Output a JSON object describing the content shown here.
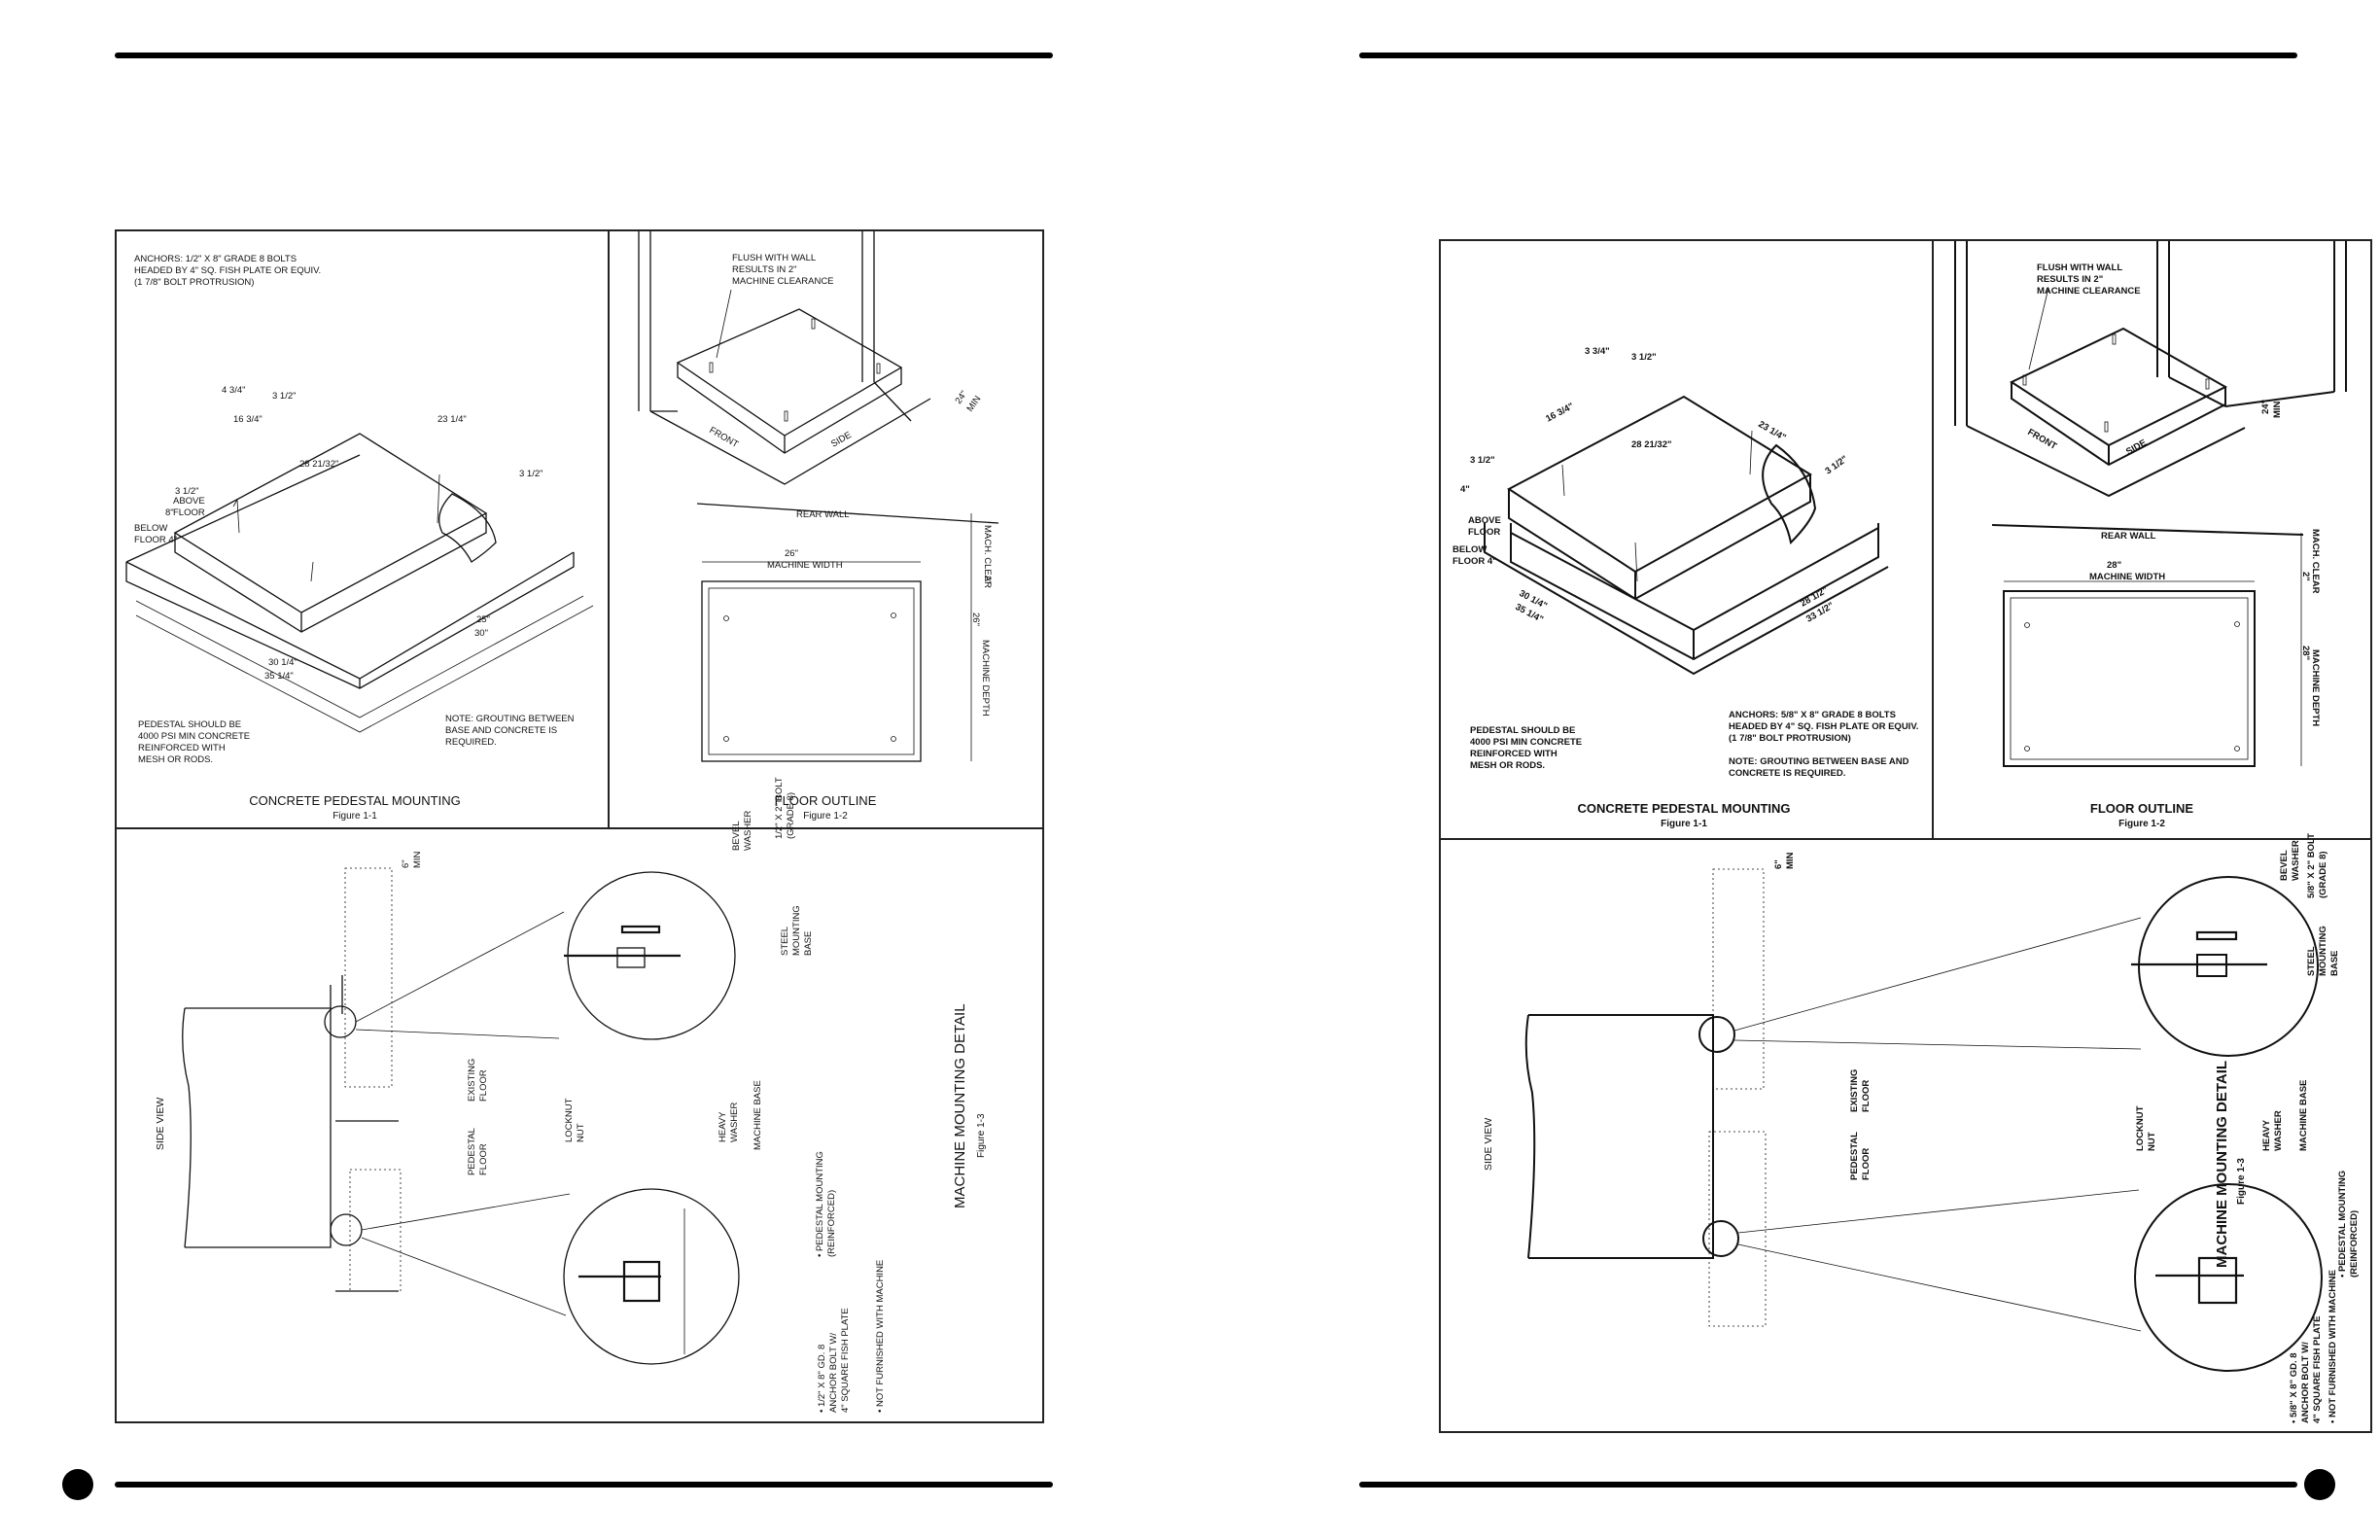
{
  "pages": [
    {
      "id": "left",
      "anchors_note": [
        "ANCHORS: 1/2\" X 8\" GRADE 8 BOLTS",
        "HEADED BY 4\" SQ. FISH PLATE OR EQUIV.",
        "(1 7/8\" BOLT PROTRUSION)"
      ],
      "fig1": {
        "dims": {
          "d1": "4 3/4\"",
          "d2": "3 1/2\"",
          "d3": "16 3/4\"",
          "d4": "23 1/4\"",
          "d5": "28 21/32\"",
          "d6": "3 1/2\"",
          "d7": "3 1/2\"",
          "d8": "8\"",
          "d9": "30 1/4\"",
          "d10": "35 1/4\"",
          "d11": "25\"",
          "d12": "30\""
        },
        "above_floor": [
          "ABOVE",
          "FLOOR"
        ],
        "below_floor": [
          "BELOW",
          "FLOOR 4\""
        ],
        "pedestal_note": [
          "PEDESTAL SHOULD BE",
          "4000 PSI MIN CONCRETE",
          "REINFORCED WITH",
          "MESH OR RODS."
        ],
        "grout_note": [
          "NOTE: GROUTING BETWEEN",
          "BASE AND CONCRETE IS",
          "REQUIRED."
        ],
        "caption": "CONCRETE PEDESTAL MOUNTING",
        "figure": "Figure 1-1"
      },
      "fig2": {
        "flush_note": [
          "FLUSH WITH WALL",
          "RESULTS IN 2\"",
          "MACHINE CLEARANCE"
        ],
        "front": "FRONT",
        "side": "SIDE",
        "min24": [
          "24\"",
          "MIN"
        ],
        "rear_wall": "REAR WALL",
        "machine_width": [
          "26\"",
          "MACHINE WIDTH"
        ],
        "mach_clear": "MACH. CLEAR",
        "clear_val": "2\"",
        "machine_depth": "MACHINE DEPTH",
        "depth_val": "26\"",
        "caption": "FLOOR OUTLINE",
        "figure": "Figure 1-2"
      },
      "fig3": {
        "min6": [
          "6\"",
          "MIN"
        ],
        "bevel_washer": [
          "BEVEL",
          "WASHER"
        ],
        "bolt": [
          "1/2\" X 2\" BOLT",
          "(GRADE 8)"
        ],
        "steel_base": [
          "STEEL",
          "MOUNTING",
          "BASE"
        ],
        "existing_floor": [
          "EXISTING",
          "FLOOR"
        ],
        "pedestal_floor": [
          "PEDESTAL",
          "FLOOR"
        ],
        "side_view": "SIDE VIEW",
        "locknut": [
          "LOCKNUT",
          "NUT"
        ],
        "heavy_washer": [
          "HEAVY",
          "WASHER"
        ],
        "machine_base": "MACHINE BASE",
        "pedestal_mounting": [
          "• PEDESTAL MOUNTING",
          "(REINFORCED)"
        ],
        "anchor_bolt": [
          "• 1/2\" X 8\" GD. 8",
          "ANCHOR BOLT W/",
          "4\" SQUARE FISH PLATE"
        ],
        "not_furnished": "• NOT FURNISHED WITH MACHINE",
        "caption": "MACHINE MOUNTING DETAIL",
        "figure": "Figure 1-3"
      }
    },
    {
      "id": "right",
      "fig1": {
        "dims": {
          "d1": "3 3/4\"",
          "d2": "3 1/2\"",
          "d3": "16 3/4\"",
          "d4": "23 1/4\"",
          "d5": "28 21/32\"",
          "d6": "3 1/2\"",
          "d7": "3 1/2\"",
          "d8": "4\"",
          "d9": "30 1/4\"",
          "d10": "35 1/4\"",
          "d11": "28 1/2\"",
          "d12": "33 1/2\""
        },
        "above_floor": [
          "ABOVE",
          "FLOOR"
        ],
        "below_floor": [
          "BELOW",
          "FLOOR 4\""
        ],
        "pedestal_note": [
          "PEDESTAL SHOULD BE",
          "4000 PSI MIN CONCRETE",
          "REINFORCED WITH",
          "MESH OR RODS."
        ],
        "anchors_note": [
          "ANCHORS: 5/8\" X 8\" GRADE 8 BOLTS",
          "HEADED BY 4\" SQ. FISH PLATE OR EQUIV.",
          "(1 7/8\" BOLT PROTRUSION)"
        ],
        "grout_note": [
          "NOTE: GROUTING BETWEEN BASE AND",
          "CONCRETE IS REQUIRED."
        ],
        "caption": "CONCRETE PEDESTAL MOUNTING",
        "figure": "Figure 1-1"
      },
      "fig2": {
        "flush_note": [
          "FLUSH WITH WALL",
          "RESULTS IN 2\"",
          "MACHINE CLEARANCE"
        ],
        "front": "FRONT",
        "side": "SIDE",
        "min24": [
          "24\"",
          "MIN"
        ],
        "rear_wall": "REAR WALL",
        "machine_width": [
          "28\"",
          "MACHINE WIDTH"
        ],
        "mach_clear": "MACH. CLEAR",
        "clear_val": "2\"",
        "machine_depth": "MACHINE DEPTH",
        "depth_val": "28\"",
        "caption": "FLOOR OUTLINE",
        "figure": "Figure 1-2"
      },
      "fig3": {
        "min6": [
          "6\"",
          "MIN"
        ],
        "bevel_washer": [
          "BEVEL",
          "WASHER"
        ],
        "bolt": [
          "5/8\" X 2\" BOLT",
          "(GRADE 8)"
        ],
        "steel_base": [
          "STEEL",
          "MOUNTING",
          "BASE"
        ],
        "existing_floor": [
          "EXISTING",
          "FLOOR"
        ],
        "pedestal_floor": [
          "PEDESTAL",
          "FLOOR"
        ],
        "side_view": "SIDE VIEW",
        "locknut": [
          "LOCKNUT",
          "NUT"
        ],
        "heavy_washer": [
          "HEAVY",
          "WASHER"
        ],
        "machine_base": "MACHINE BASE",
        "pedestal_mounting": [
          "• PEDESTAL MOUNTING",
          "(REINFORCED)"
        ],
        "anchor_bolt": [
          "• 5/8\" X 8\" GD. 8",
          "ANCHOR BOLT W/",
          "4\" SQUARE FISH PLATE"
        ],
        "not_furnished": "• NOT FURNISHED WITH MACHINE",
        "caption": "MACHINE MOUNTING DETAIL",
        "figure": "Figure 1-3"
      }
    }
  ]
}
